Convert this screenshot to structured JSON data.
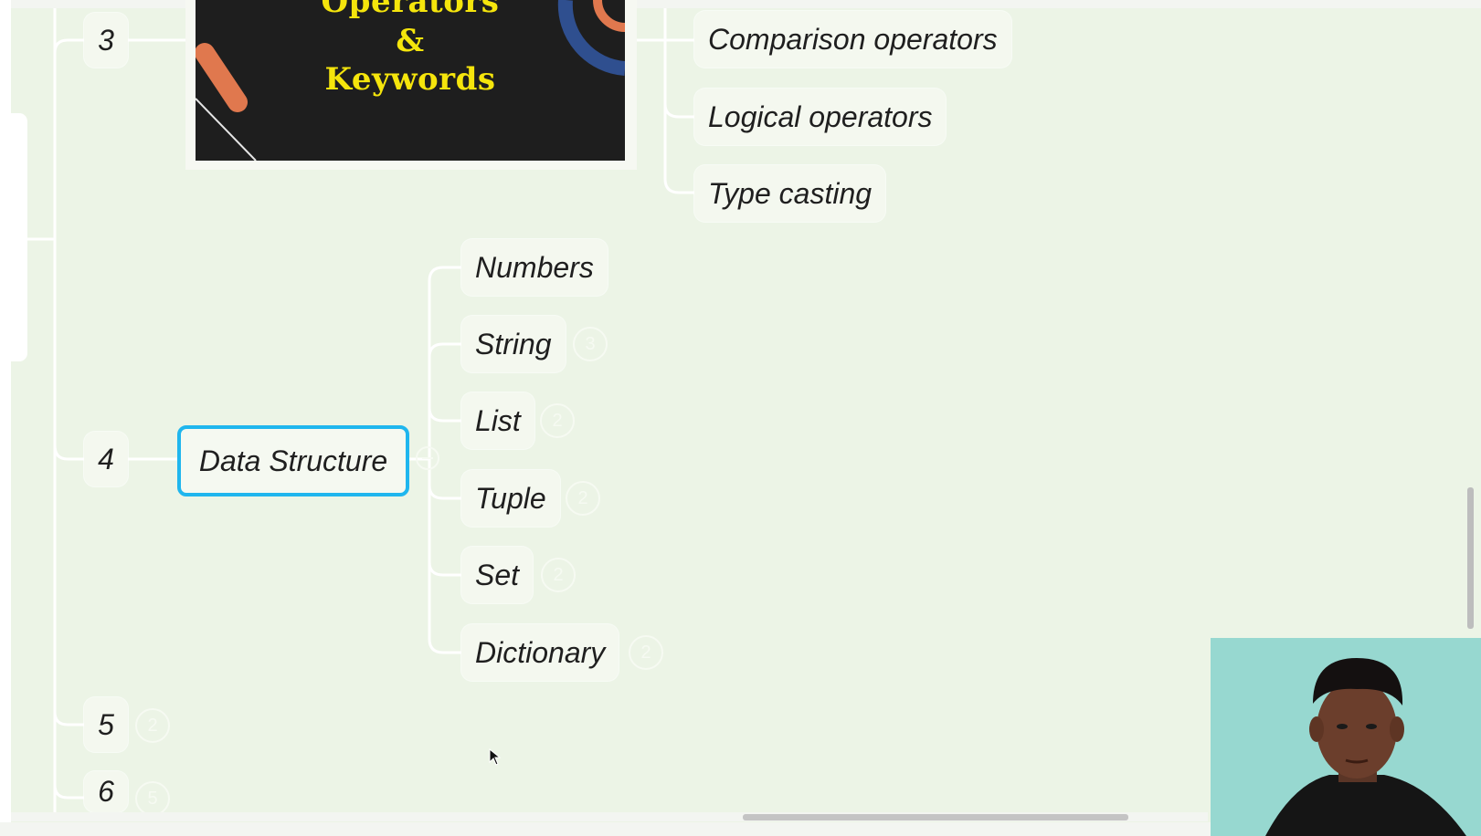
{
  "mindmap": {
    "image_card": {
      "lines": [
        "Operators",
        "&",
        "Keywords"
      ]
    },
    "section_numbers": {
      "n3": "3",
      "n4": "4",
      "n5": "5",
      "n6": "6"
    },
    "section3_children": [
      "Comparison operators",
      "Logical operators",
      "Type casting"
    ],
    "selected_node": "Data Structure",
    "data_structure_children": [
      {
        "label": "Numbers",
        "badge": ""
      },
      {
        "label": "String",
        "badge": "3"
      },
      {
        "label": "List",
        "badge": "2"
      },
      {
        "label": "Tuple",
        "badge": "2"
      },
      {
        "label": "Set",
        "badge": "2"
      },
      {
        "label": "Dictionary",
        "badge": "2"
      }
    ],
    "section_badges": {
      "n5": "2",
      "n6": "5"
    }
  },
  "colors": {
    "canvas": "#ecf4e6",
    "node_fill": "#f4f8ef",
    "connector": "#ffffff",
    "selected_border": "#1fb6ee",
    "image_text": "#f5e50c",
    "image_accent_orange": "#e0784e",
    "image_accent_blue": "#2f4f8f"
  },
  "icons": {
    "collapse": "minus-circle-icon",
    "cursor": "mouse-pointer-icon"
  }
}
